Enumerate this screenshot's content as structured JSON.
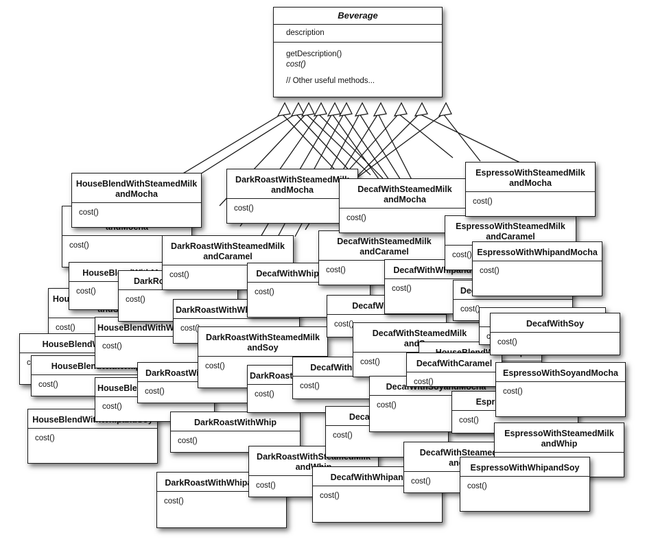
{
  "beverage": {
    "name": "Beverage",
    "field": "description",
    "methods": [
      "getDescription()",
      "cost()"
    ],
    "note": "// Other useful methods..."
  },
  "method_label": "cost()",
  "classes": [
    {
      "name": "HouseBlendWithSteamedMilkandMocha",
      "title": "HouseBlendWithSteamedMilk\nandMocha"
    },
    {
      "name": "DarkRoastWithSteamedMilkandMocha",
      "title": "DarkRoastWithSteamedMilk\nandMocha"
    },
    {
      "name": "DecafWithSteamedMilkandMocha",
      "title": "DecafWithSteamedMilk\nandMocha"
    },
    {
      "name": "EspressoWithSteamedMilkandMocha",
      "title": "EspressoWithSteamedMilk\nandMocha"
    },
    {
      "name": "HouseBlendWithSteamedMilkandCaramel",
      "title": "HouseBlendWithSteamedMilk\nandCaramel"
    },
    {
      "name": "DarkRoastWithSteamedMilkandCaramel",
      "title": "DarkRoastWithSteamedMilk\nandCaramel"
    },
    {
      "name": "DecafWithSteamedMilkandCaramel",
      "title": "DecafWithSteamedMilk\nandCaramel"
    },
    {
      "name": "EspressoWithSteamedMilkandCaramel",
      "title": "EspressoWithSteamedMilk\nandCaramel"
    },
    {
      "name": "EspressoWithWhipandMocha",
      "title": "EspressoWithWhipandMocha"
    },
    {
      "name": "HouseBlendWithMocha",
      "title": "HouseBlendWithMocha"
    },
    {
      "name": "DarkRoastWithMocha",
      "title": "DarkRoastWithMocha"
    },
    {
      "name": "DecafWithWhipandMocha",
      "title": "DecafWithWhipandMocha"
    },
    {
      "name": "HouseBlendWithSteamedMilkandSoy",
      "title": "HouseBlendWithSteamedMilk\nandSoy"
    },
    {
      "name": "DarkRoastWithWhipandMocha",
      "title": "DarkRoastWithWhipandMocha"
    },
    {
      "name": "DecafWithMocha",
      "title": "DecafWithMocha"
    },
    {
      "name": "HouseBlendWithSoy",
      "title": "HouseBlendWithSoy"
    },
    {
      "name": "DecafWithSoy",
      "title": "DecafWithSoy"
    },
    {
      "name": "HouseBlendWithWhipandMocha",
      "title": "HouseBlendWithWhipandMocha"
    },
    {
      "name": "DarkRoastWithSteamedMilkandSoy",
      "title": "DarkRoastWithSteamedMilk\nandSoy"
    },
    {
      "name": "DecafWithSteamedMilkandSoy",
      "title": "DecafWithSteamedMilk\nandSoy"
    },
    {
      "name": "HouseBlendWithWhip",
      "title": "HouseBlendWithWhip"
    },
    {
      "name": "EspressoWithSoyandMocha",
      "title": "EspressoWithSoyandMocha"
    },
    {
      "name": "DarkRoastWithSteamedMilk",
      "title": "DarkRoastWithSteamedMilk"
    },
    {
      "name": "DecafWithSteamedMilk",
      "title": "DecafWithSteamedMilk"
    },
    {
      "name": "DarkRoastWithWhipandCaramel",
      "title": "DarkRoastWithWhipandCaramel"
    },
    {
      "name": "DecafWithSoyandMocha",
      "title": "DecafWithSoyandMocha"
    },
    {
      "name": "HouseBlendWithSteamedMilk",
      "title": "HouseBlendWithSteamedMilk"
    },
    {
      "name": "DecafWithCaramel",
      "title": "DecafWithCaramel"
    },
    {
      "name": "EspressoWithWhip",
      "title": "EspressoWithWhip"
    },
    {
      "name": "HouseBlendWithWhipandSoy",
      "title": "HouseBlendWithWhipandSoy"
    },
    {
      "name": "DarkRoastWithWhip",
      "title": "DarkRoastWithWhip"
    },
    {
      "name": "DecafWithWhip",
      "title": "DecafWithWhip"
    },
    {
      "name": "EspressoWithSteamedMilkandWhip",
      "title": "EspressoWithSteamedMilk\nandWhip"
    },
    {
      "name": "DarkRoastWithSteamedMilkandWhip",
      "title": "DarkRoastWithSteamedMilk\nandWhip"
    },
    {
      "name": "DecafWithSteamedMilkandWhip",
      "title": "DecafWithSteamedMilk\nandWhip"
    },
    {
      "name": "EspressoWithWhipandSoy",
      "title": "EspressoWithWhipandSoy"
    },
    {
      "name": "DarkRoastWithWhipandSoy",
      "title": "DarkRoastWithWhipandSoy"
    },
    {
      "name": "DecafWithWhipandSoy",
      "title": "DecafWithWhipandSoy"
    }
  ]
}
